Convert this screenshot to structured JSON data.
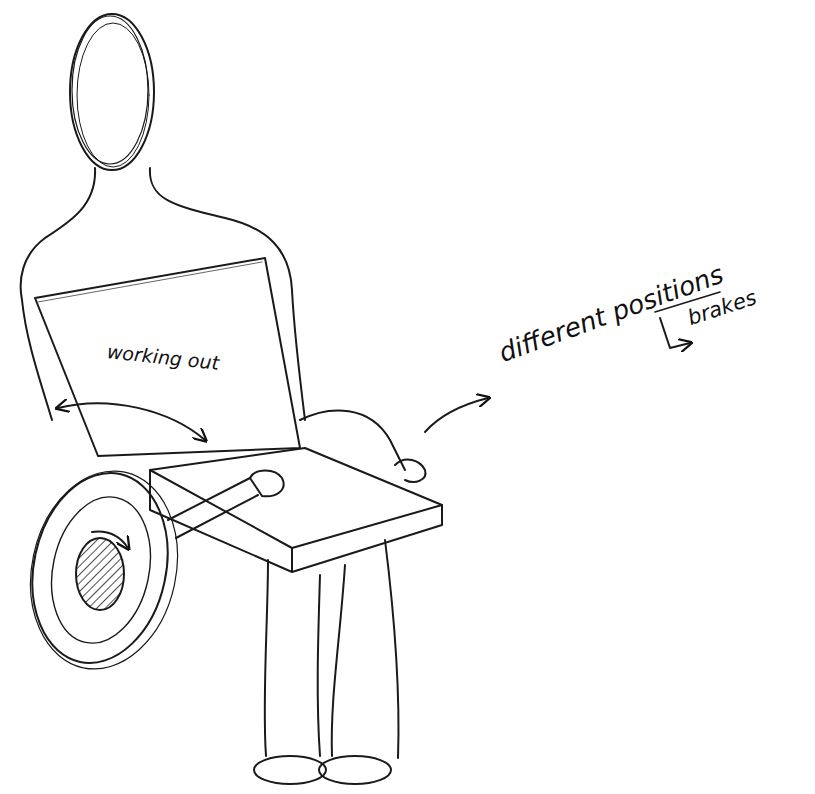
{
  "diagram": {
    "labels": [
      "working out",
      "different positions",
      "brakes"
    ]
  }
}
